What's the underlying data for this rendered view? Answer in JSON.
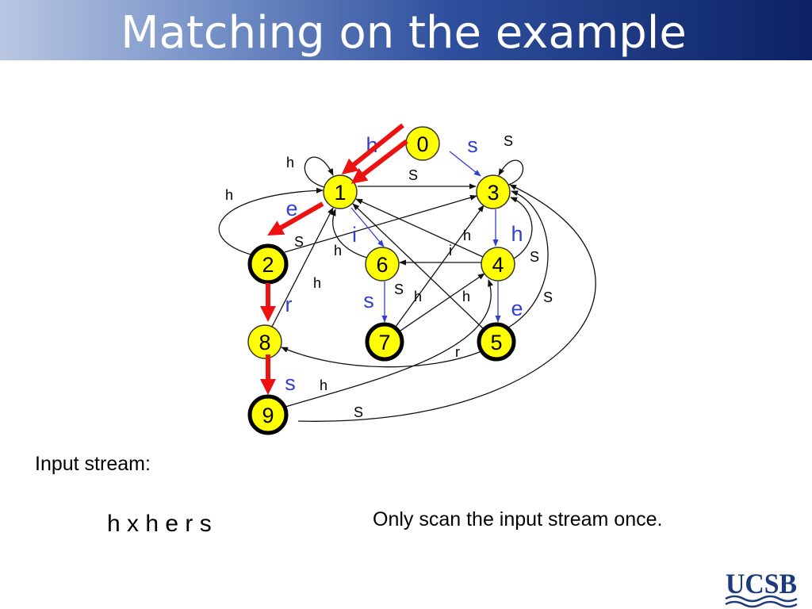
{
  "slide": {
    "title": "Matching on the example"
  },
  "automaton": {
    "states": {
      "s0": "0",
      "s1": "1",
      "s2": "2",
      "s3": "3",
      "s4": "4",
      "s5": "5",
      "s6": "6",
      "s7": "7",
      "s8": "8",
      "s9": "9"
    },
    "goto_labels": {
      "g0_1": "h",
      "g0_3": "s",
      "g1_2": "e",
      "g1_6": "i",
      "g3_4": "h",
      "g6_7": "s",
      "g2_8": "r",
      "g4_5": "e",
      "g8_9": "s"
    },
    "transition_labels": {
      "t1_1": "h",
      "t3_3": "S",
      "t1_3": "S",
      "t2_1": "h",
      "t2_3": "S",
      "t6_1": "h",
      "t4_1": "h",
      "t4_6": "i",
      "t4_3": "S",
      "t8_1": "h",
      "t7_3": "S",
      "t7_4": "h",
      "t5_1": "h",
      "t5_3": "S",
      "t5_8": "r",
      "t9_4": "h",
      "t9_3": "S"
    }
  },
  "input": {
    "label": "Input stream:",
    "stream": "h x h e r s"
  },
  "note": "Only scan the input stream once.",
  "logo": {
    "text": "UCSB"
  },
  "colors": {
    "title_bar": "#0c2264",
    "state_fill": "#ffff00",
    "goto_edge": "#3340cc",
    "matched_path": "#ee1111",
    "logo": "#1b3b7c"
  }
}
